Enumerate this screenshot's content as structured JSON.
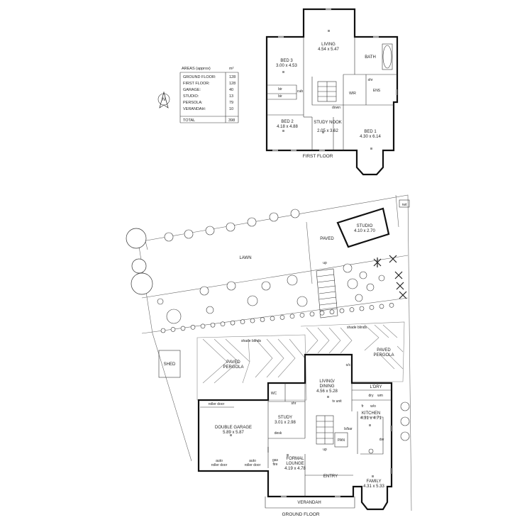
{
  "north": {
    "letter": "N"
  },
  "areas": {
    "heading": "AREAS (approx)",
    "unit": "m²",
    "rows": [
      {
        "label": "GROUND FLOOR:",
        "value": "128"
      },
      {
        "label": "FIRST FLOOR:",
        "value": "128"
      },
      {
        "label": "GARAGE:",
        "value": "40"
      },
      {
        "label": "STUDIO:",
        "value": "13"
      },
      {
        "label": "PERSOLA:",
        "value": "79"
      },
      {
        "label": "VERANDAH:",
        "value": "10"
      }
    ],
    "total_label": "TOTAL",
    "total_value": "398"
  },
  "first_floor": {
    "title": "FIRST FLOOR",
    "rooms": {
      "living": {
        "name": "LIVING",
        "dims": "4.54 x 5.47"
      },
      "bed3": {
        "name": "BED 3",
        "dims": "3.00 x 4.53"
      },
      "bath": {
        "name": "BATH"
      },
      "bed2": {
        "name": "BED 2",
        "dims": "4.18 x 4.88"
      },
      "study_nook": {
        "name": "STUDY NOOK",
        "dims": "2.05 x 3.62"
      },
      "bed1": {
        "name": "BED 1",
        "dims": "4.30 x 6.14"
      },
      "ens": {
        "name": "ENS"
      }
    },
    "labels": {
      "bir1": "bir",
      "bir2": "bir",
      "cub": "cub",
      "wir": "WIR",
      "shr": "shr",
      "down": "down"
    }
  },
  "site": {
    "lawn": "LAWN",
    "paved": "PAVED",
    "studio": {
      "name": "STUDIO",
      "dims": "4.10 x 2.70"
    },
    "rwt": "rwt",
    "up": "up",
    "shed": "SHED",
    "shade_blinds_1": "shade blinds",
    "shade_blinds_2": "shade blinds",
    "paved_pergola_left": "PAVED PERGOLA",
    "paved_pergola_right": "PAVED PERGOLA"
  },
  "ground_floor": {
    "title": "GROUND FLOOR",
    "rooms": {
      "living_dining": {
        "name": "LIVING/ DINING",
        "dims": "4.56 x 5.28"
      },
      "double_garage": {
        "name": "DOUBLE GARAGE",
        "dims": "5.89 x 5.87"
      },
      "study": {
        "name": "STUDY",
        "dims": "3.01 x 2.98"
      },
      "kitchen": {
        "name": "KITCHEN",
        "dims": "4.31 x 4.71"
      },
      "formal_lounge": {
        "name": "FORMAL LOUNGE",
        "dims": "4.19 x 4.78"
      },
      "family": {
        "name": "FAMILY",
        "dims": "4.31 x 5.33"
      },
      "entry": {
        "name": "ENTRY"
      },
      "verandah": {
        "name": "VERANDAH"
      },
      "ldry": {
        "name": "L'DRY"
      }
    },
    "labels": {
      "wc": "WC",
      "shr": "shr",
      "oc": "o/c",
      "dry": "dry",
      "wm": "wm",
      "fr": "fr",
      "wo": "w/o",
      "roller_door": "roller door",
      "desk": "desk",
      "tv_unit": "tv unit",
      "bbar": "b/bar",
      "pan": "PAN",
      "dw": "dw",
      "up": "up",
      "auto_roller_1": "auto roller door",
      "auto_roller_2": "auto roller door",
      "gas": "gas",
      "fire": "fire"
    }
  }
}
